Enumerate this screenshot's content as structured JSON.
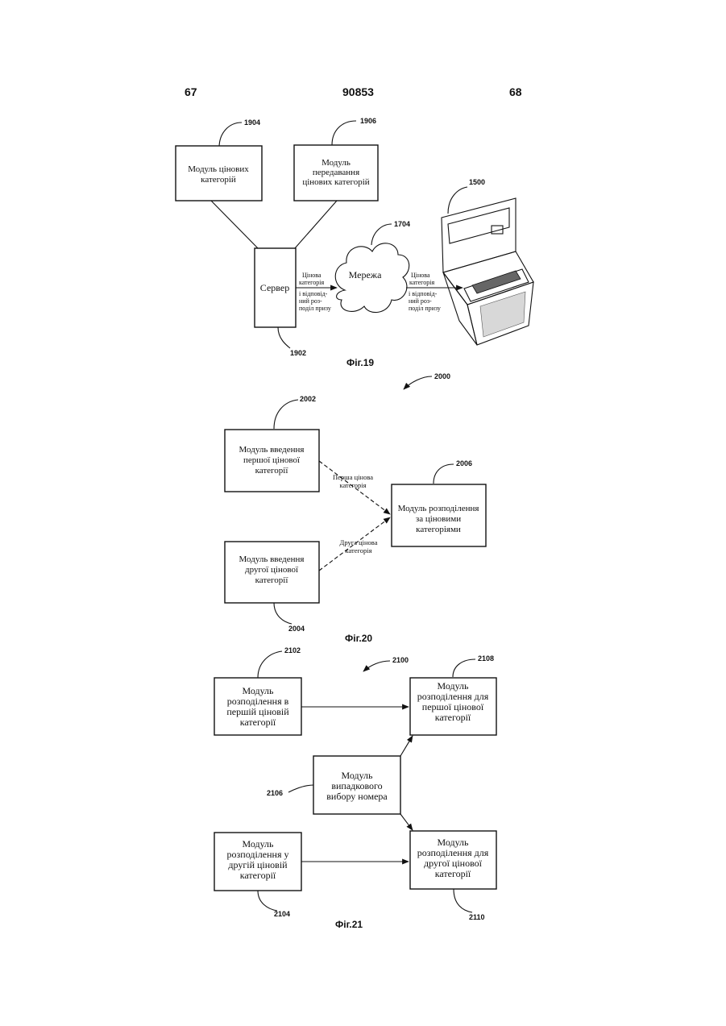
{
  "header": {
    "left": "67",
    "center": "90853",
    "right": "68"
  },
  "fig19": {
    "caption": "Фіг.19",
    "ref_1904": "1904",
    "ref_1906": "1906",
    "ref_1500": "1500",
    "ref_1704": "1704",
    "ref_1902": "1902",
    "box_1904": [
      "Модуль цінових",
      "категорій"
    ],
    "box_1906": [
      "Модуль",
      "передавання",
      "цінових категорій"
    ],
    "server": "Сервер",
    "network": "Мережа",
    "label_left": [
      "Цінова",
      "категорія",
      "і  відповід-",
      "ний  роз-",
      "поділ призу"
    ],
    "label_right": [
      "Цінова",
      "категорія",
      "і  відповід-",
      "ний  роз-",
      "поділ призу"
    ]
  },
  "fig20": {
    "caption": "Фіг.20",
    "ref_2000": "2000",
    "ref_2002": "2002",
    "ref_2004": "2004",
    "ref_2006": "2006",
    "box_2002": [
      "Модуль введення",
      "першої цінової",
      "категорії"
    ],
    "box_2004": [
      "Модуль введення",
      "другої цінової",
      "категорії"
    ],
    "box_2006": [
      "Модуль розподілення",
      "за ціновими",
      "категоріями"
    ],
    "edge_top": [
      "Перша цінова",
      "категорія"
    ],
    "edge_bottom": [
      "Друга цінова",
      "категорія"
    ]
  },
  "fig21": {
    "caption": "Фіг.21",
    "ref_2100": "2100",
    "ref_2102": "2102",
    "ref_2104": "2104",
    "ref_2106": "2106",
    "ref_2108": "2108",
    "ref_2110": "2110",
    "box_2102": [
      "Модуль",
      "розподілення в",
      "першій ціновій",
      "категорії"
    ],
    "box_2104": [
      "Модуль",
      "розподілення у",
      "другій ціновій",
      "категорії"
    ],
    "box_2106": [
      "Модуль",
      "випадкового",
      "вибору номера"
    ],
    "box_2108": [
      "Модуль",
      "розподілення для",
      "першої цінової",
      "категорії"
    ],
    "box_2110": [
      "Модуль",
      "розподілення для",
      "другої цінової",
      "категорії"
    ]
  }
}
